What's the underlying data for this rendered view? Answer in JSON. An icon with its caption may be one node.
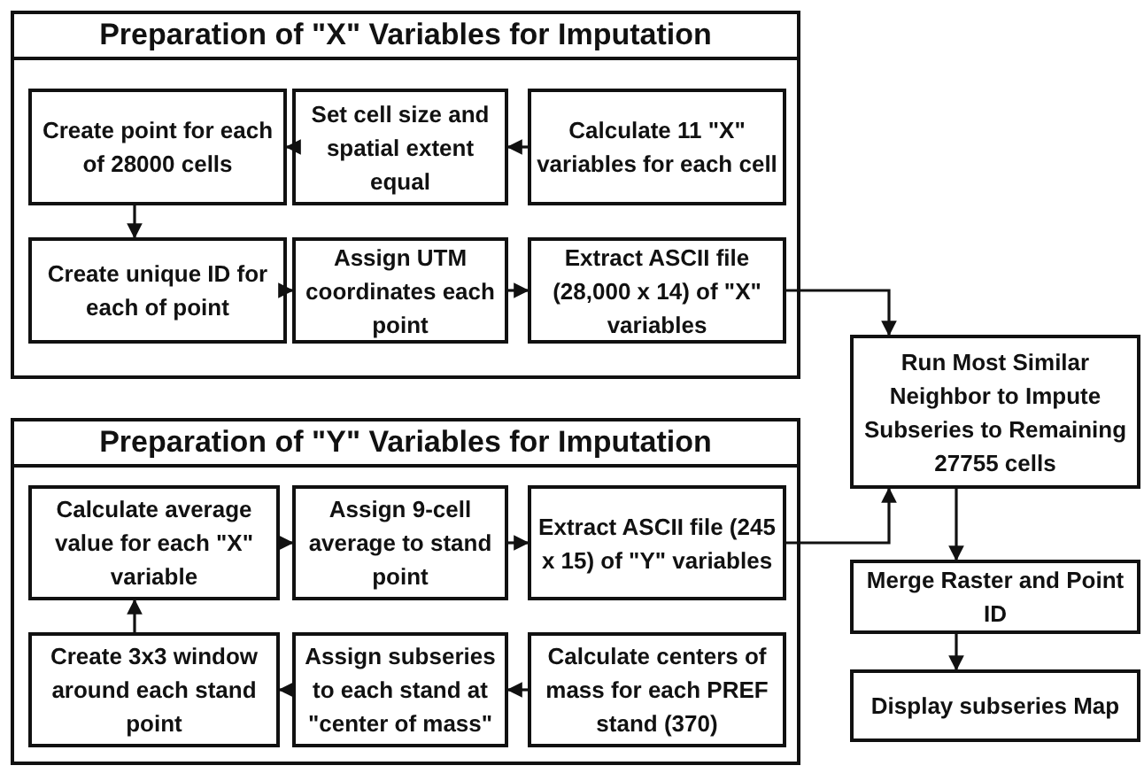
{
  "diagram": {
    "nodes": [
      {
        "text": [
          "Preparation of \"X\" Variables for Imputation"
        ]
      },
      {
        "text": [
          "Create point for each of 28000 cells"
        ],
        "in": 0
      },
      {
        "text": [
          "Set cell size and spatial extent equal"
        ],
        "in": 0
      },
      {
        "text": [
          "Calculate 11 \"X\" variables for each cell"
        ],
        "in": 0
      },
      {
        "text": [
          "Create unique ID for each of point"
        ],
        "in": 0
      },
      {
        "text": [
          "Assign UTM coordinates each point"
        ],
        "in": 0
      },
      {
        "text": [
          "Extract ASCII file (28,000 x 14) of \"X\" variables"
        ],
        "in": 0
      },
      {
        "text": [
          "Run Most Similar Neighbor to Impute Subseries to Remaining 27755 cells"
        ]
      },
      {
        "text": [
          "Preparation of \"Y\" Variables for Imputation"
        ]
      },
      {
        "text": [
          "Calculate average value for each \"X\" variable"
        ],
        "in": 8
      },
      {
        "text": [
          "Assign 9-cell average to stand point"
        ],
        "in": 8
      },
      {
        "text": [
          "Extract ASCII file (245 x 15) of \"Y\" variables"
        ],
        "in": 8
      },
      {
        "text": [
          "Create 3x3 window around each stand point"
        ],
        "in": 8
      },
      {
        "text": [
          "Assign subseries to each stand at \"center of mass\""
        ],
        "in": 8
      },
      {
        "text": [
          "Calculate centers of mass for each PREF stand (370)"
        ],
        "in": 8
      },
      {
        "text": [
          "Merge Raster and Point ID"
        ]
      },
      {
        "text": [
          "Display subseries Map"
        ]
      }
    ],
    "edges": [
      {
        "from": 3,
        "to": 2,
        "arrow": "to"
      },
      {
        "from": 2,
        "to": 1,
        "arrow": "to"
      },
      {
        "from": 1,
        "to": 4,
        "arrow": "to"
      },
      {
        "from": 4,
        "to": 5,
        "arrow": "to"
      },
      {
        "from": 5,
        "to": 6,
        "arrow": "to"
      },
      {
        "from": 6,
        "to": 7,
        "arrow": "to"
      },
      {
        "from": 14,
        "to": 13,
        "arrow": "to"
      },
      {
        "from": 13,
        "to": 12,
        "arrow": "to"
      },
      {
        "from": 12,
        "to": 9,
        "arrow": "to"
      },
      {
        "from": 9,
        "to": 10,
        "arrow": "to"
      },
      {
        "from": 10,
        "to": 11,
        "arrow": "to"
      },
      {
        "from": 11,
        "to": 7,
        "arrow": "to"
      },
      {
        "from": 7,
        "to": 15,
        "arrow": "to"
      },
      {
        "from": 15,
        "to": 16,
        "arrow": "to"
      }
    ]
  }
}
